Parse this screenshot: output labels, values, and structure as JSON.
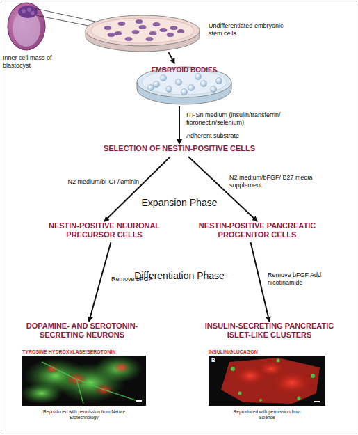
{
  "diagram": {
    "nodes": [
      {
        "text": [
          "Undifferentiated embryonic stem cells"
        ]
      },
      {
        "text": [
          "EMBRYOID BODIES"
        ]
      },
      {
        "text": [
          "SELECTION OF NESTIN-POSITIVE CELLS"
        ]
      },
      {
        "text": [
          "NESTIN-POSITIVE NEURONAL PRECURSOR CELLS"
        ]
      },
      {
        "text": [
          "NESTIN-POSITIVE PANCREATIC PROGENITOR CELLS"
        ]
      },
      {
        "text": [
          "DOPAMINE- AND SEROTONIN-SECRETING NEURONS"
        ]
      },
      {
        "text": [
          "INSULIN-SECRETING PANCREATIC ISLET-LIKE CLUSTERS"
        ]
      }
    ],
    "edges": [
      {
        "from": 0,
        "to": 1,
        "arrow": "to"
      },
      {
        "from": 1,
        "to": 2,
        "label": "ITFSn medium (insulin/transferrin/ fibronectin/selenium)",
        "arrow": "to"
      },
      {
        "from": 2,
        "to": 3,
        "label": "N2 medium/bFGF/laminin",
        "arrow": "to"
      },
      {
        "from": 2,
        "to": 4,
        "label": "N2 medium/bFGF/ B27 media supplement",
        "arrow": "to"
      },
      {
        "from": 3,
        "to": 5,
        "label": "Remove bFGF",
        "arrow": "to"
      },
      {
        "from": 4,
        "to": 6,
        "label": "Remove bFGF Add nicotinamide",
        "arrow": "to"
      }
    ],
    "labels": [
      "Inner cell mass of blastocyst",
      "Adherent substrate",
      "Expansion Phase",
      "Differentiation Phase",
      "TYROSINE HYDROXYLASE/SEROTONIN",
      "Reproduced with permission from Nature Biotechnology",
      "INSULIN/GLUCAGON",
      "B",
      "Reproduced with permission from Science"
    ]
  }
}
